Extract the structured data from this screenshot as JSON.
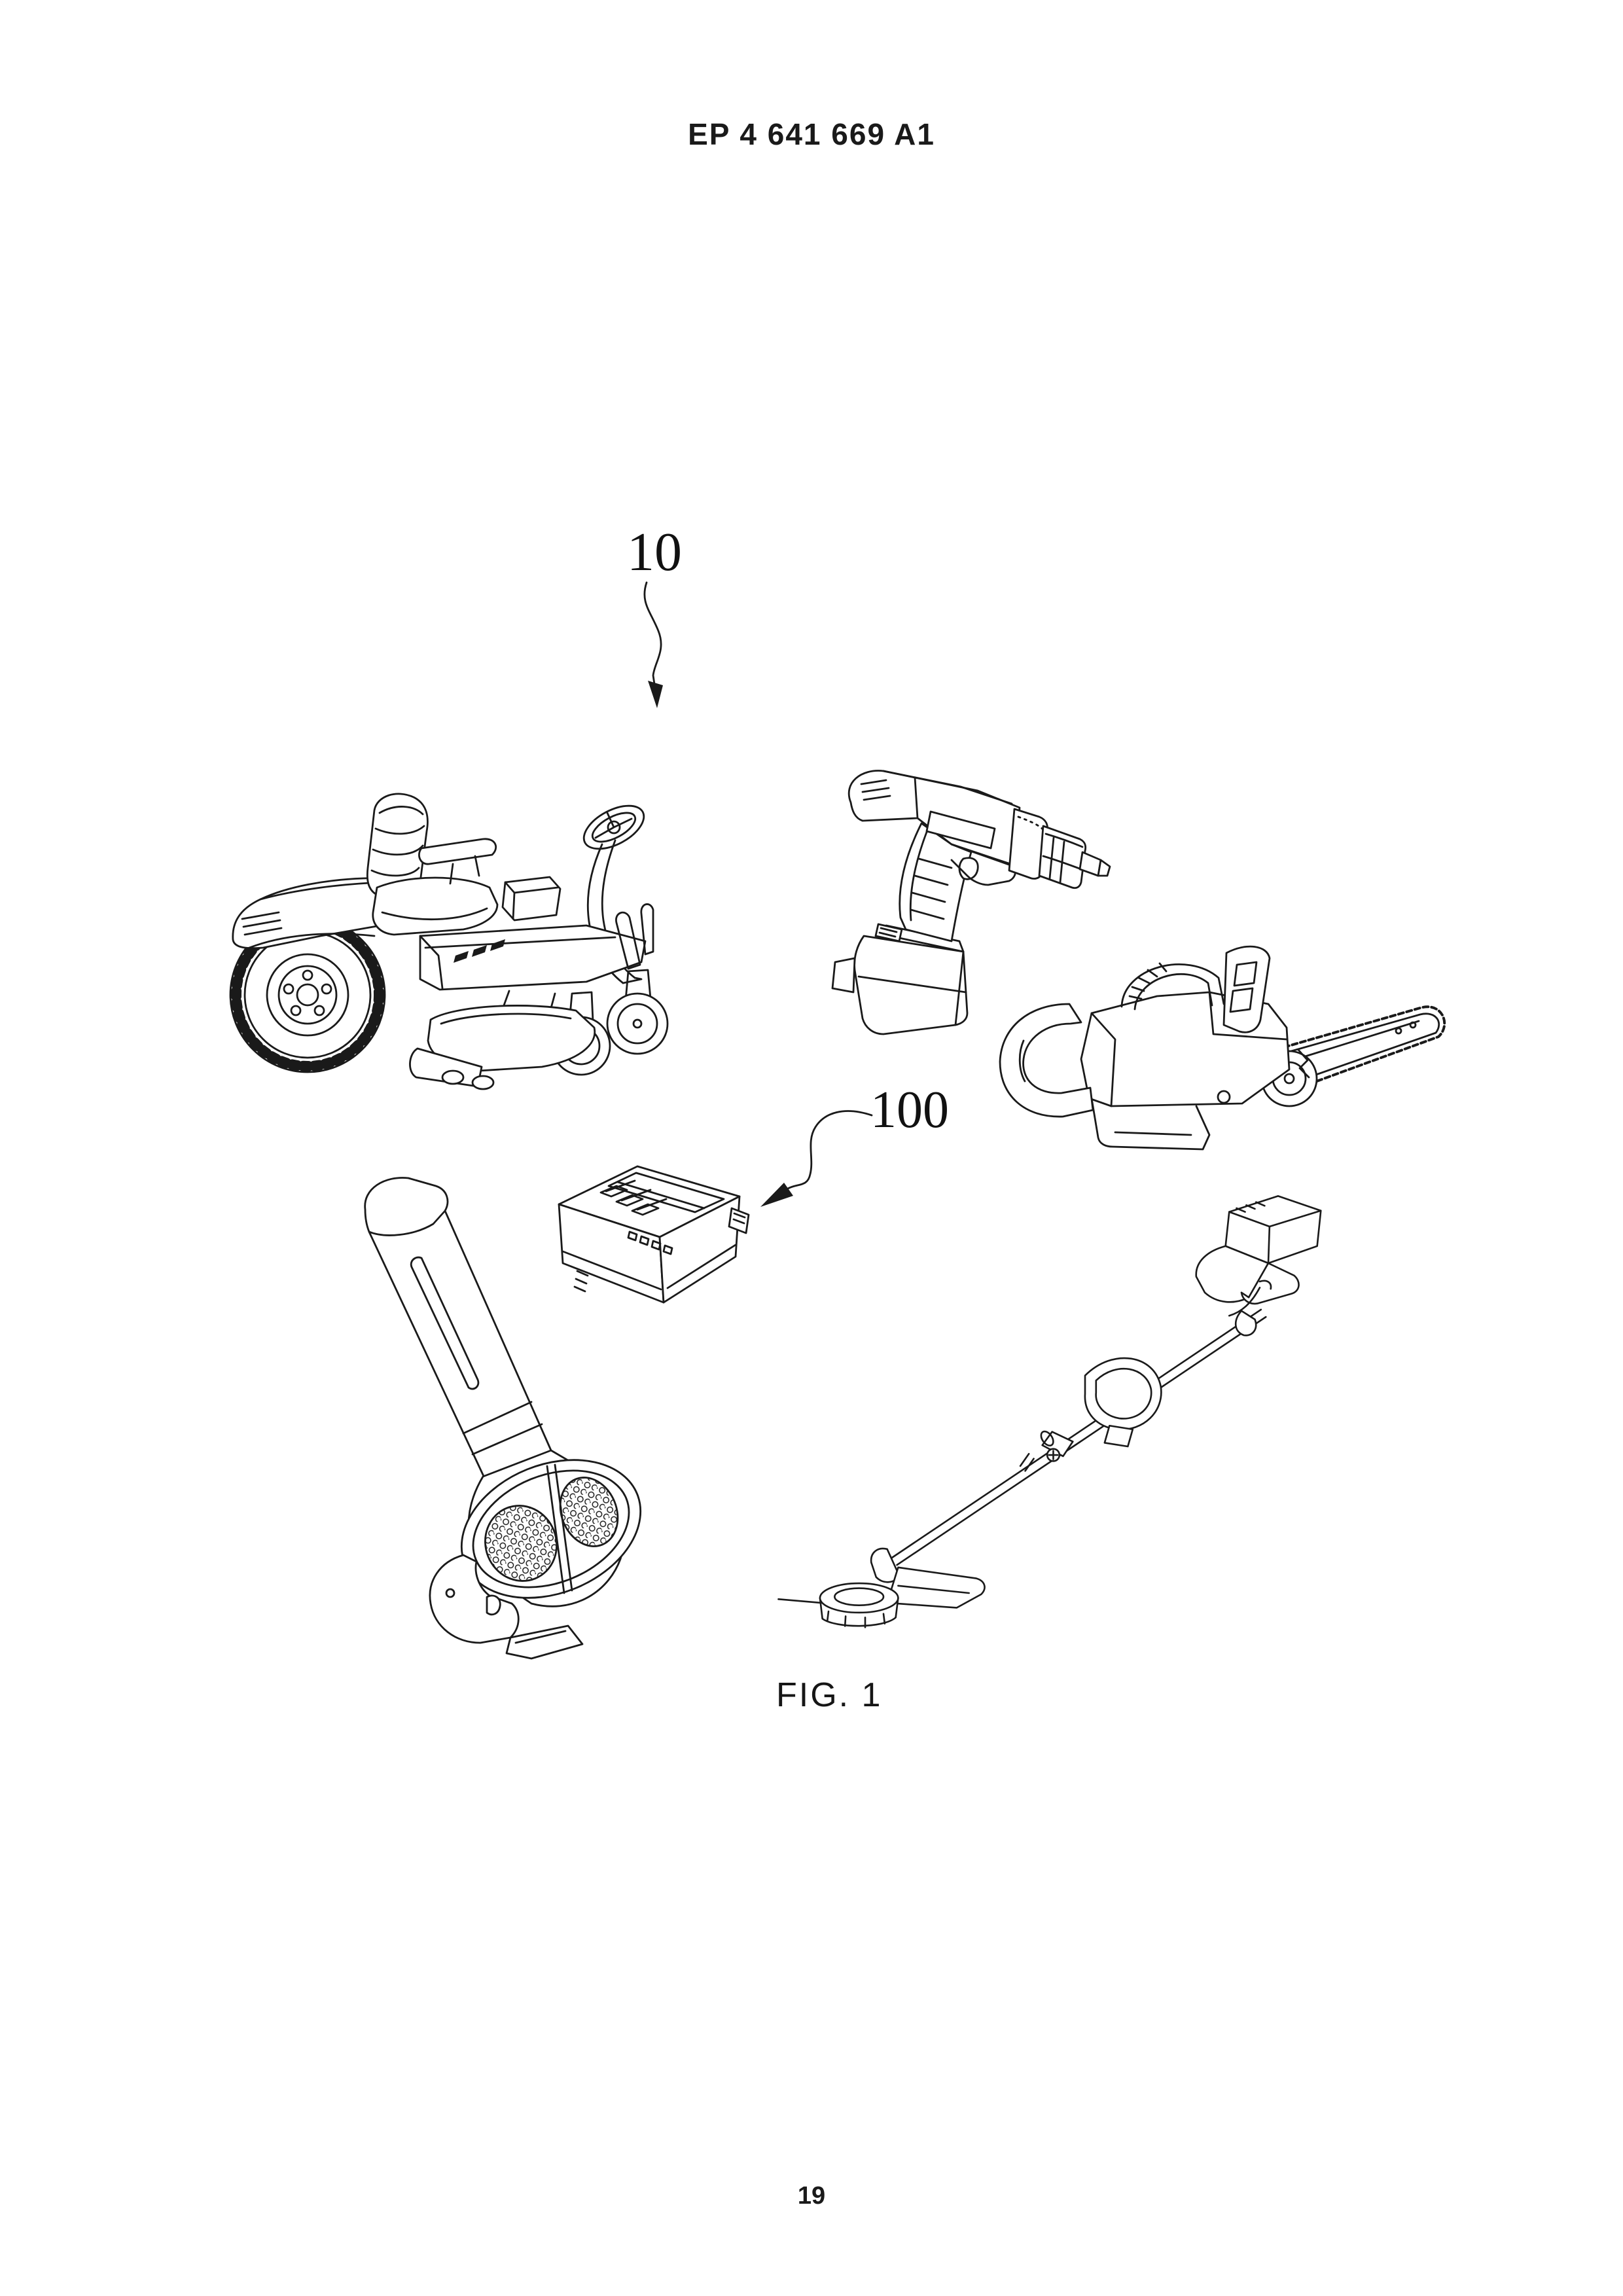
{
  "page": {
    "header": "EP 4 641 669 A1",
    "figure_caption": "FIG. 1",
    "page_number": "19"
  },
  "figure": {
    "ref_system": "10",
    "ref_battery": "100",
    "drawings": [
      "zero-turn-mower",
      "cordless-drill",
      "chainsaw",
      "battery-pack",
      "leaf-blower",
      "string-trimmer"
    ]
  },
  "colors": {
    "ink": "#1a1a1a",
    "paper": "#ffffff"
  }
}
